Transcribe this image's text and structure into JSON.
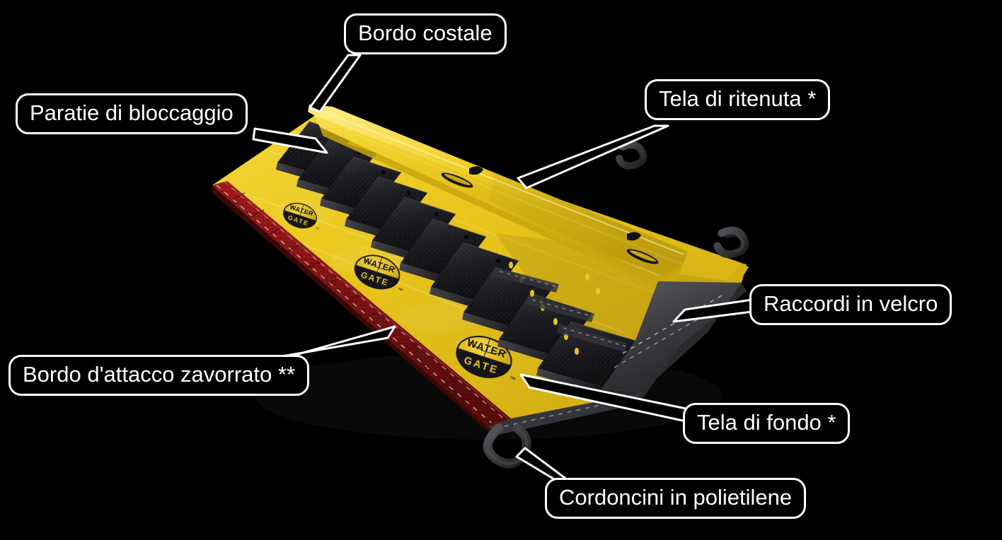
{
  "scene": {
    "background_color": "#000000",
    "subject": "watergate-flood-barrier-3d-render",
    "brand_text": "WATERGATE",
    "brand_text_top": "WATER",
    "brand_text_bottom": "GATE",
    "trademark_mark": "™"
  },
  "colors": {
    "background": "#000000",
    "tarp_yellow": "#E9C61C",
    "tarp_yellow_light": "#F6DC4E",
    "tarp_yellow_dark": "#B99A12",
    "tarp_yellow_deep": "#8F7608",
    "fin_black": "#17171a",
    "fin_black_light": "#34343a",
    "fin_black_dark": "#0b0b0d",
    "ballast_red": "#8E1616",
    "ballast_red_light": "#B02020",
    "ballast_red_dark": "#5C0C0C",
    "velcro_gray": "#3C3C40",
    "velcro_gray_light": "#55555A",
    "rope_gray": "#3A3A3D",
    "stitch_white": "#E8E8E0",
    "callout_outline": "#FFFFFF",
    "callout_fill": "#000000",
    "callout_text": "#FFFFFF"
  },
  "callouts": [
    {
      "id": "bordo-costale",
      "label": "Bordo costale",
      "position": "top-center",
      "points_to": "ribbed-top-edge-of-retention-flap"
    },
    {
      "id": "paratie-di-bloccaggio",
      "label": "Paratie di bloccaggio",
      "position": "upper-left",
      "points_to": "black-triangular-bulkhead-fins"
    },
    {
      "id": "tela-di-ritenuta",
      "label": "Tela di ritenuta *",
      "position": "upper-right",
      "points_to": "yellow-retention-flap"
    },
    {
      "id": "raccordi-in-velcro",
      "label": "Raccordi in velcro",
      "position": "right",
      "points_to": "velcro-edge-binding-right-end"
    },
    {
      "id": "bordo-dattacco-zavorrato",
      "label": "Bordo d'attacco zavorrato **",
      "position": "lower-left",
      "points_to": "red-ballasted-leading-edge-strip"
    },
    {
      "id": "tela-di-fondo",
      "label": "Tela di fondo *",
      "position": "lower-right",
      "points_to": "yellow-base-ground-sheet"
    },
    {
      "id": "cordoncini-in-polietilene",
      "label": "Cordoncini in polietilene",
      "position": "bottom",
      "points_to": "polyethylene-rope-loop-bottom-corner"
    }
  ]
}
